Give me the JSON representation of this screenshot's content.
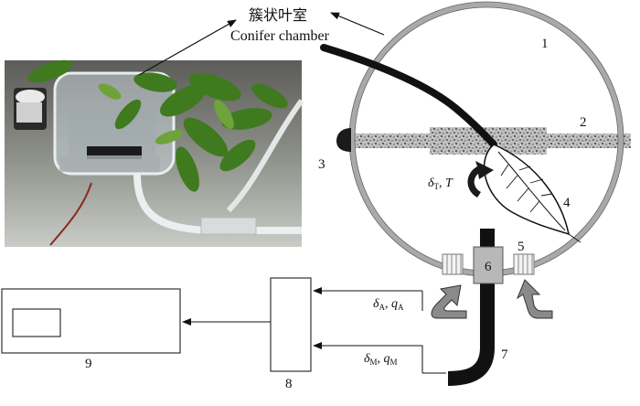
{
  "caption": {
    "chinese": "簇状叶室",
    "english": "Conifer chamber"
  },
  "labels": {
    "chamber": "1",
    "window": "2",
    "fan": "3",
    "leaf": "4",
    "port": "5",
    "junction": "6",
    "tube": "7",
    "analyzer": "8",
    "computer": "9"
  },
  "symbols": {
    "transpiration": {
      "delta": "δ",
      "delta_sub": "T",
      "sep": ", ",
      "var": "T"
    },
    "air_in": {
      "delta": "δ",
      "delta_sub": "A",
      "sep": ", ",
      "var": "q",
      "var_sub": "A"
    },
    "measured": {
      "delta": "δ",
      "delta_sub": "M",
      "sep": ", ",
      "var": "q",
      "var_sub": "M"
    }
  },
  "colors": {
    "ring": "#a9a9a9",
    "tube": "#111111",
    "arrow_fill": "#8a8a8a",
    "box_stroke": "#333333"
  }
}
